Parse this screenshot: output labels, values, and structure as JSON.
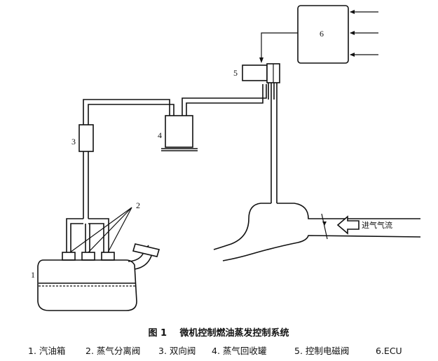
{
  "labels": {
    "ecu_number": "6",
    "solenoid_number": "5",
    "canister_number": "4",
    "two_way_valve_number": "3",
    "separator_number": "2",
    "fuel_tank_number": "1",
    "intake_flow": "进气气流"
  },
  "caption": {
    "figure": "图 1",
    "title": "微机控制燃油蒸发控制系统"
  },
  "legend": [
    "1. 汽油箱",
    "2. 蒸气分离阀",
    "3. 双向阀",
    "4. 蒸气回收罐",
    "5. 控制电磁阀",
    "6.ECU"
  ]
}
